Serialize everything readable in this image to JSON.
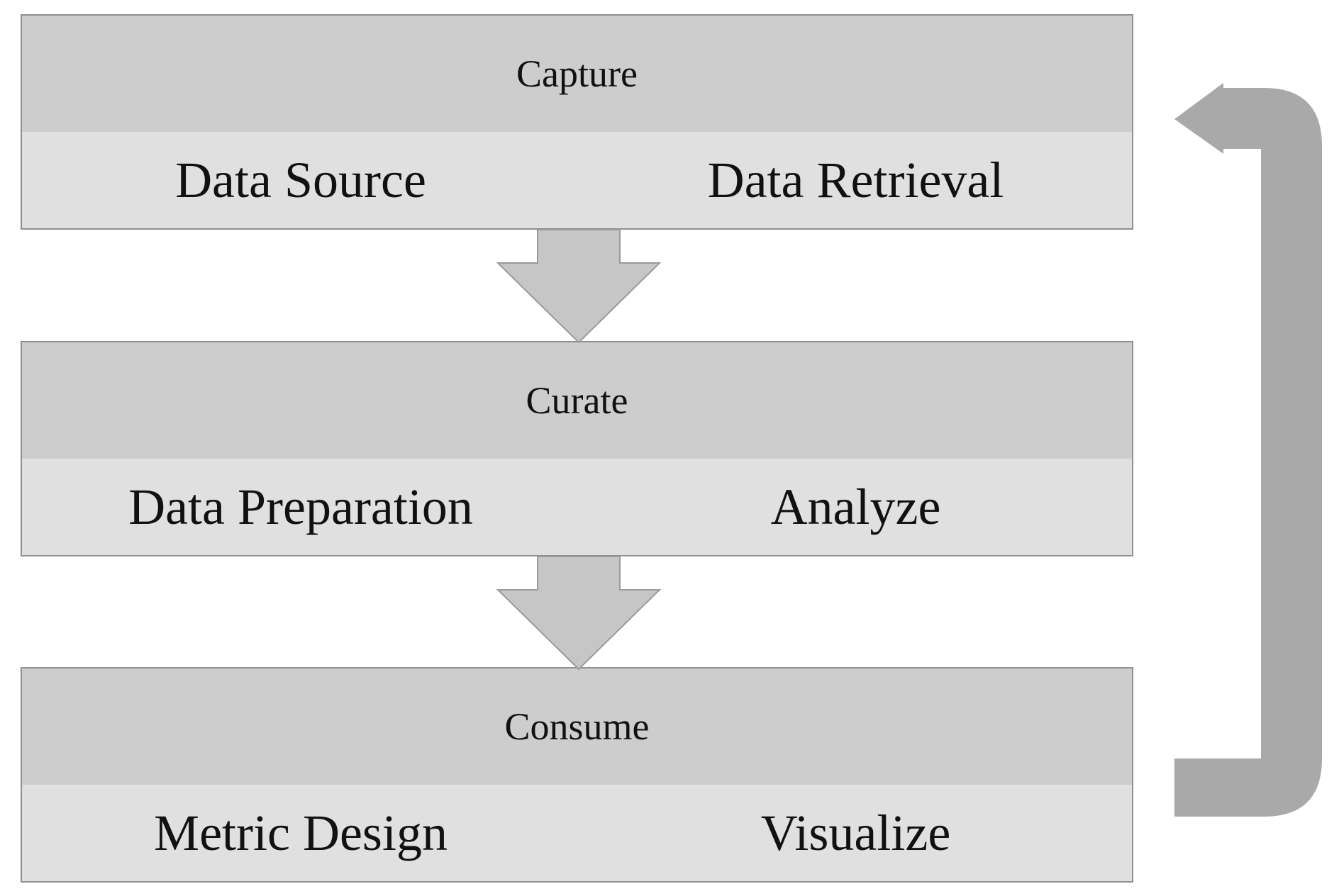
{
  "diagram": {
    "stages": [
      {
        "title": "Capture",
        "items": [
          "Data Source",
          "Data Retrieval"
        ]
      },
      {
        "title": "Curate",
        "items": [
          "Data Preparation",
          "Analyze"
        ]
      },
      {
        "title": "Consume",
        "items": [
          "Metric Design",
          "Visualize"
        ]
      }
    ],
    "colors": {
      "header_fill": "#cdcdcd",
      "body_fill": "#e0e0e0",
      "border": "#8f8f8f",
      "down_arrow_fill": "#c6c6c6",
      "loop_arrow_fill": "#a9a9a9"
    }
  }
}
